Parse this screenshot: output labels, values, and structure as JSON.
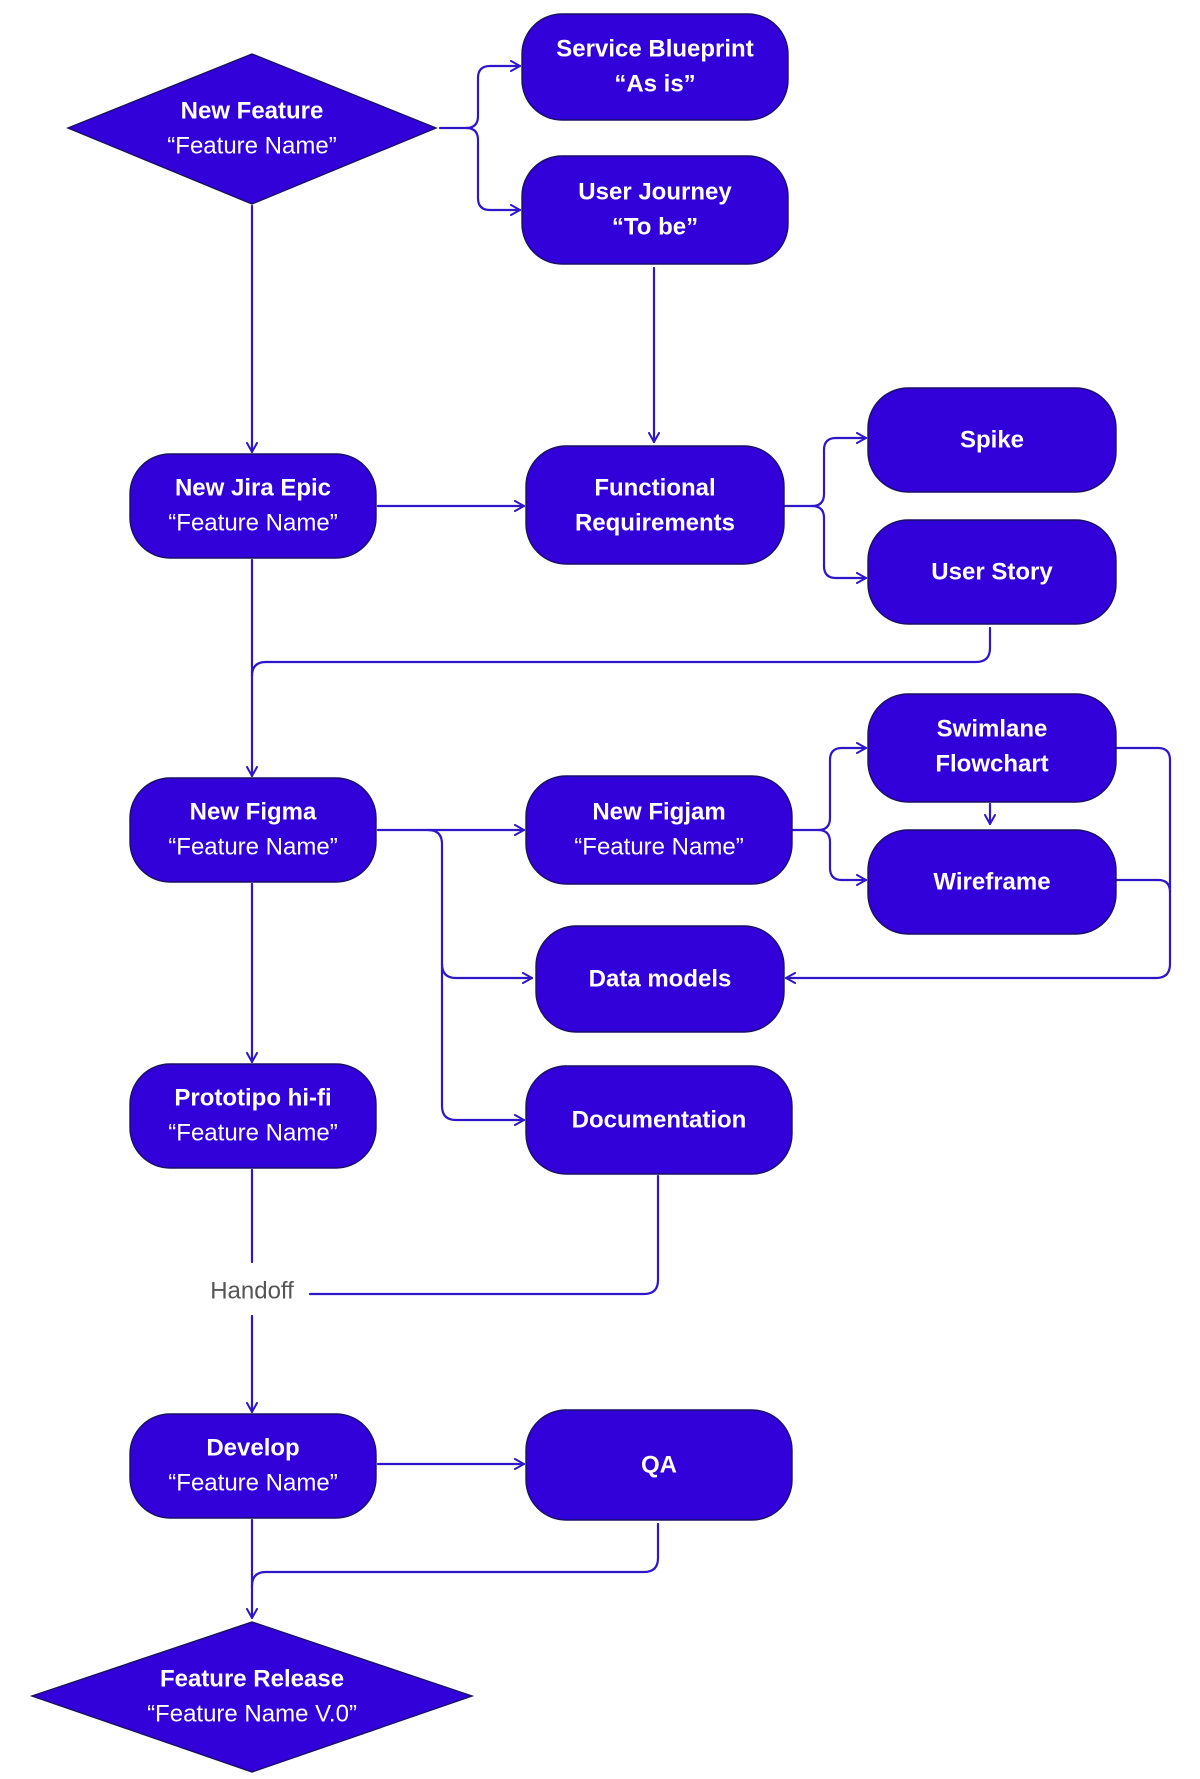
{
  "colors": {
    "node_fill": "#3200d8",
    "node_border": "#1a1166",
    "line": "#2f16c8",
    "text_on_node": "#ffffff",
    "muted_text": "#555555",
    "background": "#ffffff"
  },
  "nodes": {
    "new_feature": {
      "line1": "New Feature",
      "line2": "“Feature Name”"
    },
    "service_blueprint": {
      "line1": "Service Blueprint",
      "line2": "“As is”"
    },
    "user_journey": {
      "line1": "User Journey",
      "line2": "“To be”"
    },
    "new_jira_epic": {
      "line1": "New Jira Epic",
      "line2": "“Feature Name”"
    },
    "functional_requirements": {
      "line1": "Functional",
      "line2": "Requirements"
    },
    "spike": {
      "line1": "Spike"
    },
    "user_story": {
      "line1": "User Story"
    },
    "new_figma": {
      "line1": "New Figma",
      "line2": "“Feature Name”"
    },
    "new_figjam": {
      "line1": "New Figjam",
      "line2": "“Feature Name”"
    },
    "swimlane_flowchart": {
      "line1": "Swimlane",
      "line2": "Flowchart"
    },
    "wireframe": {
      "line1": "Wireframe"
    },
    "data_models": {
      "line1": "Data models"
    },
    "prototipo_hifi": {
      "line1": "Prototipo hi-fi",
      "line2": "“Feature Name”"
    },
    "documentation": {
      "line1": "Documentation"
    },
    "develop": {
      "line1": "Develop",
      "line2": "“Feature Name”"
    },
    "qa": {
      "line1": "QA"
    },
    "feature_release": {
      "line1": "Feature Release",
      "line2": "“Feature Name V.0”"
    }
  },
  "labels": {
    "handoff": "Handoff"
  }
}
